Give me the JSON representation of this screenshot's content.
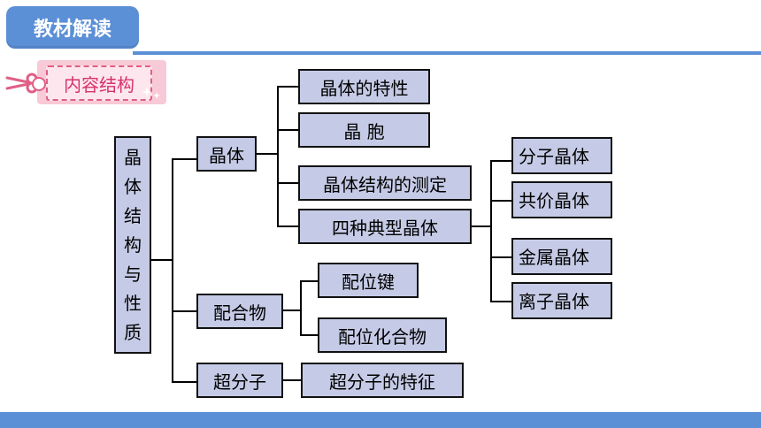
{
  "header": {
    "title": "教材解读"
  },
  "tag": {
    "label": "内容结构"
  },
  "diagram": {
    "root": [
      "晶",
      "体",
      "结",
      "构",
      "与",
      "性",
      "质"
    ],
    "level1": {
      "crystal": "晶体",
      "complex": "配合物",
      "supra": "超分子"
    },
    "crystal_children": {
      "property": "晶体的特性",
      "cell": "晶 胞",
      "measure": "晶体结构的测定",
      "four": "四种典型晶体"
    },
    "four_types": [
      "分子晶体",
      "共价晶体",
      "金属晶体",
      "离子晶体"
    ],
    "complex_children": {
      "bond": "配位键",
      "compound": "配位化合物"
    },
    "supra_children": {
      "feature": "超分子的特征"
    }
  },
  "colors": {
    "accent": "#5b8fd6",
    "box_fill": "#c5cbe6",
    "tag_pink": "#f8c9d6",
    "tag_text": "#d6336c"
  }
}
